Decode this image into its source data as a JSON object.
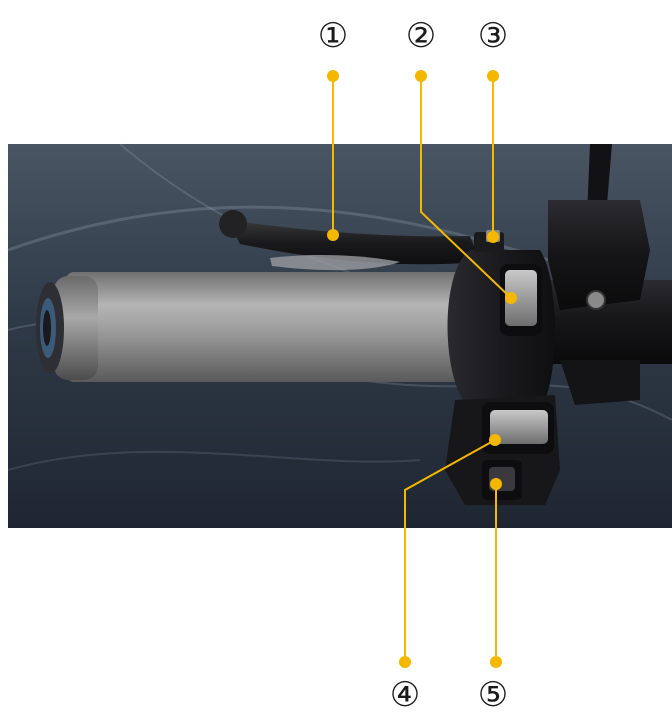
{
  "callouts": [
    {
      "id": "1",
      "label": "①"
    },
    {
      "id": "2",
      "label": "②"
    },
    {
      "id": "3",
      "label": "③"
    },
    {
      "id": "4",
      "label": "④"
    },
    {
      "id": "5",
      "label": "⑤"
    }
  ],
  "colors": {
    "leader_line": "#F5B800",
    "background_dark": "#2f3a48",
    "grip": "#9a9a9a",
    "switch_housing": "#1c1c1f",
    "number_text": "#1a1a1a"
  }
}
